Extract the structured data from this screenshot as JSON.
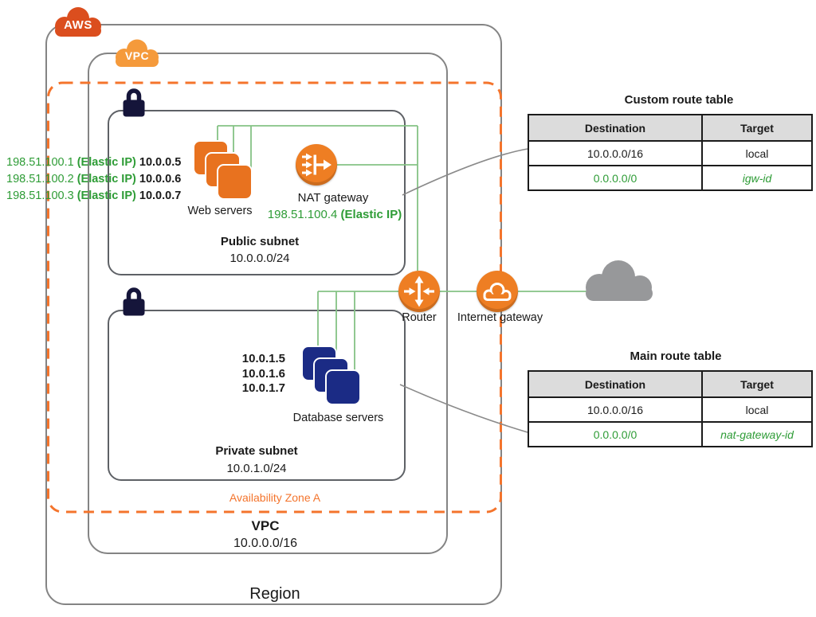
{
  "badges": {
    "aws": "AWS",
    "vpc": "VPC"
  },
  "boxes": {
    "region_label": "Region",
    "vpc_label": "VPC",
    "vpc_cidr": "10.0.0.0/16",
    "az_label": "Availability Zone A"
  },
  "public_subnet": {
    "name": "Public subnet",
    "cidr": "10.0.0.0/24"
  },
  "private_subnet": {
    "name": "Private subnet",
    "cidr": "10.0.1.0/24"
  },
  "web_servers": {
    "label": "Web servers",
    "instances": [
      {
        "eip": "198.51.100.1",
        "eip_tag": "(Elastic IP)",
        "ip": "10.0.0.5"
      },
      {
        "eip": "198.51.100.2",
        "eip_tag": "(Elastic IP)",
        "ip": "10.0.0.6"
      },
      {
        "eip": "198.51.100.3",
        "eip_tag": "(Elastic IP)",
        "ip": "10.0.0.7"
      }
    ]
  },
  "nat_gateway": {
    "label": "NAT gateway",
    "eip": "198.51.100.4",
    "eip_tag": "(Elastic IP)"
  },
  "database_servers": {
    "label": "Database servers",
    "ips": [
      "10.0.1.5",
      "10.0.1.6",
      "10.0.1.7"
    ]
  },
  "router": {
    "label": "Router"
  },
  "internet_gateway": {
    "label": "Internet gateway"
  },
  "custom_route_table": {
    "title": "Custom route table",
    "headers": [
      "Destination",
      "Target"
    ],
    "rows": [
      [
        "10.0.0.0/16",
        "local"
      ],
      [
        "0.0.0.0/0",
        "igw-id"
      ]
    ]
  },
  "main_route_table": {
    "title": "Main route table",
    "headers": [
      "Destination",
      "Target"
    ],
    "rows": [
      [
        "10.0.0.0/16",
        "local"
      ],
      [
        "0.0.0.0/0",
        "nat-gateway-id"
      ]
    ]
  },
  "icons": {
    "aws_cloud": "cloud",
    "vpc_cloud": "cloud",
    "subnet_lock": "padlock",
    "web_servers": "stacked-squares",
    "database_servers": "stacked-squares",
    "nat_gateway": "merge-arrows-circle",
    "router": "cross-arrows-circle",
    "internet_gateway": "cloud-circle",
    "internet": "cloud"
  },
  "colors": {
    "az_dashed_orange": "#F4742C",
    "aws_cloud_orange": "#DB4E1E",
    "vpc_cloud_orange": "#F59A3B",
    "icon_circle_orange": "#EE7E23",
    "web_server_orange": "#E8721F",
    "database_navy": "#1B2B85",
    "green_text": "#2E9C36",
    "green_line": "#85C285",
    "box_gray": "#848484",
    "internet_cloud_gray": "#97989A"
  }
}
